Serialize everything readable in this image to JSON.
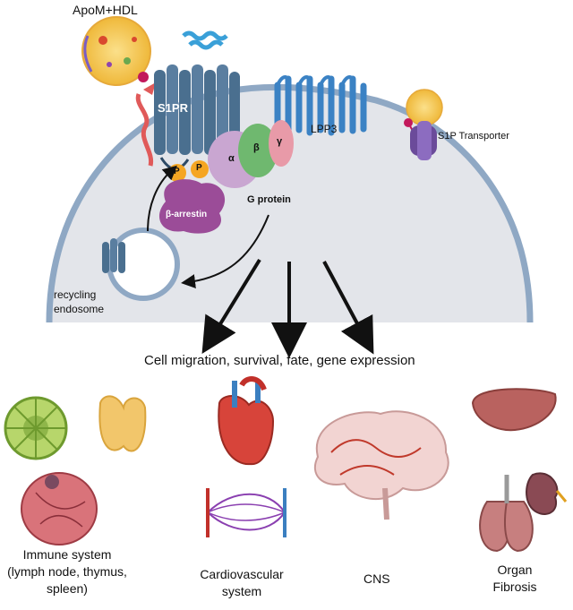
{
  "labels": {
    "apom_hdl": "ApoM+HDL",
    "s1pr": "S1PR",
    "lpp3": "LPP3",
    "s1p_transporter": "S1P Transporter",
    "p1": "P",
    "p2": "P",
    "alpha": "α",
    "beta": "β",
    "gamma": "γ",
    "beta_arrestin": "β-arrestin",
    "g_protein": "G protein",
    "recycling_endosome_line1": "recycling",
    "recycling_endosome_line2": "endosome",
    "outcomes": "Cell migration,  survival, fate,  gene expression"
  },
  "systems": {
    "immune_line1": "Immune system",
    "immune_line2": "(lymph node, thymus,",
    "immune_line3": "spleen)",
    "cardio_line1": "Cardiovascular",
    "cardio_line2": "system",
    "cns": "CNS",
    "organ_line1": "Organ",
    "organ_line2": "Fibrosis"
  },
  "colors": {
    "membrane": "#8fa8c4",
    "cytoplasm": "#e3e5ea",
    "receptor": "#4a6f8f",
    "lpp3": "#3b82c4",
    "alpha": "#c9a6d1",
    "beta": "#6fb86f",
    "gamma": "#e89aa8",
    "arrestin": "#9b4c98",
    "phosphate": "#f5a623",
    "hdl": "#f4c94a"
  }
}
